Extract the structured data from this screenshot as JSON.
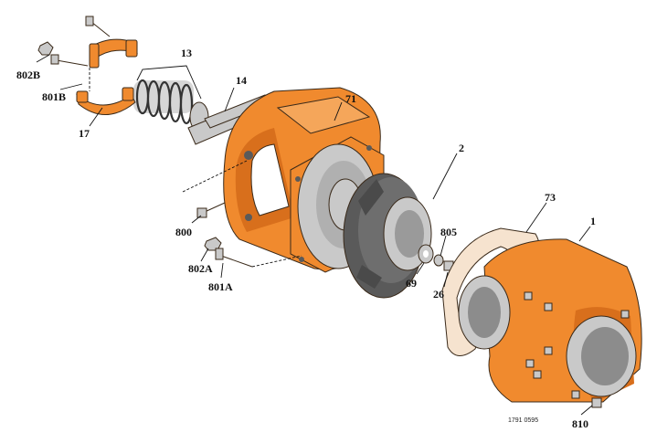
{
  "colors": {
    "housing": "#f08a2e",
    "housing_shade": "#d86f1c",
    "impeller": "#5a5a5a",
    "cover": "#c9c9c9",
    "gasket": "#f6e3cf"
  },
  "labels": {
    "p802B": "802B",
    "p801B": "801B",
    "p17": "17",
    "p13": "13",
    "p14": "14",
    "p71": "71",
    "p2": "2",
    "p73": "73",
    "p1": "1",
    "p800": "800",
    "p802A": "802A",
    "p801A": "801A",
    "p805": "805",
    "p69": "69",
    "p26": "26",
    "p810": "810"
  },
  "drawing_code": "1791 0595"
}
